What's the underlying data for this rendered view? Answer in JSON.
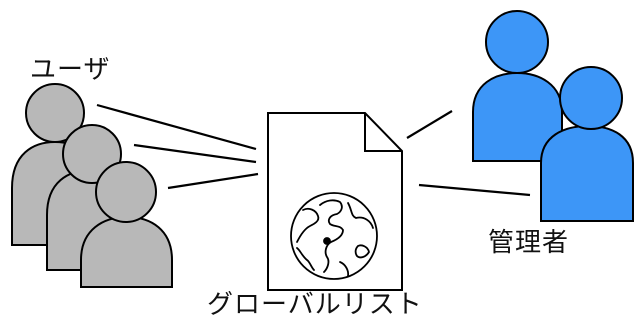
{
  "labels": {
    "users": "ユーザ",
    "admins": "管理者",
    "global_list": "グローバルリスト"
  },
  "icons": {
    "user": "user-icon",
    "admin": "admin-icon",
    "document": "document-icon",
    "globe": "globe-icon"
  },
  "colors": {
    "user_fill": "#b8b8b8",
    "admin_fill": "#3d96f7",
    "outline": "#000000",
    "document_fill": "#ffffff"
  }
}
